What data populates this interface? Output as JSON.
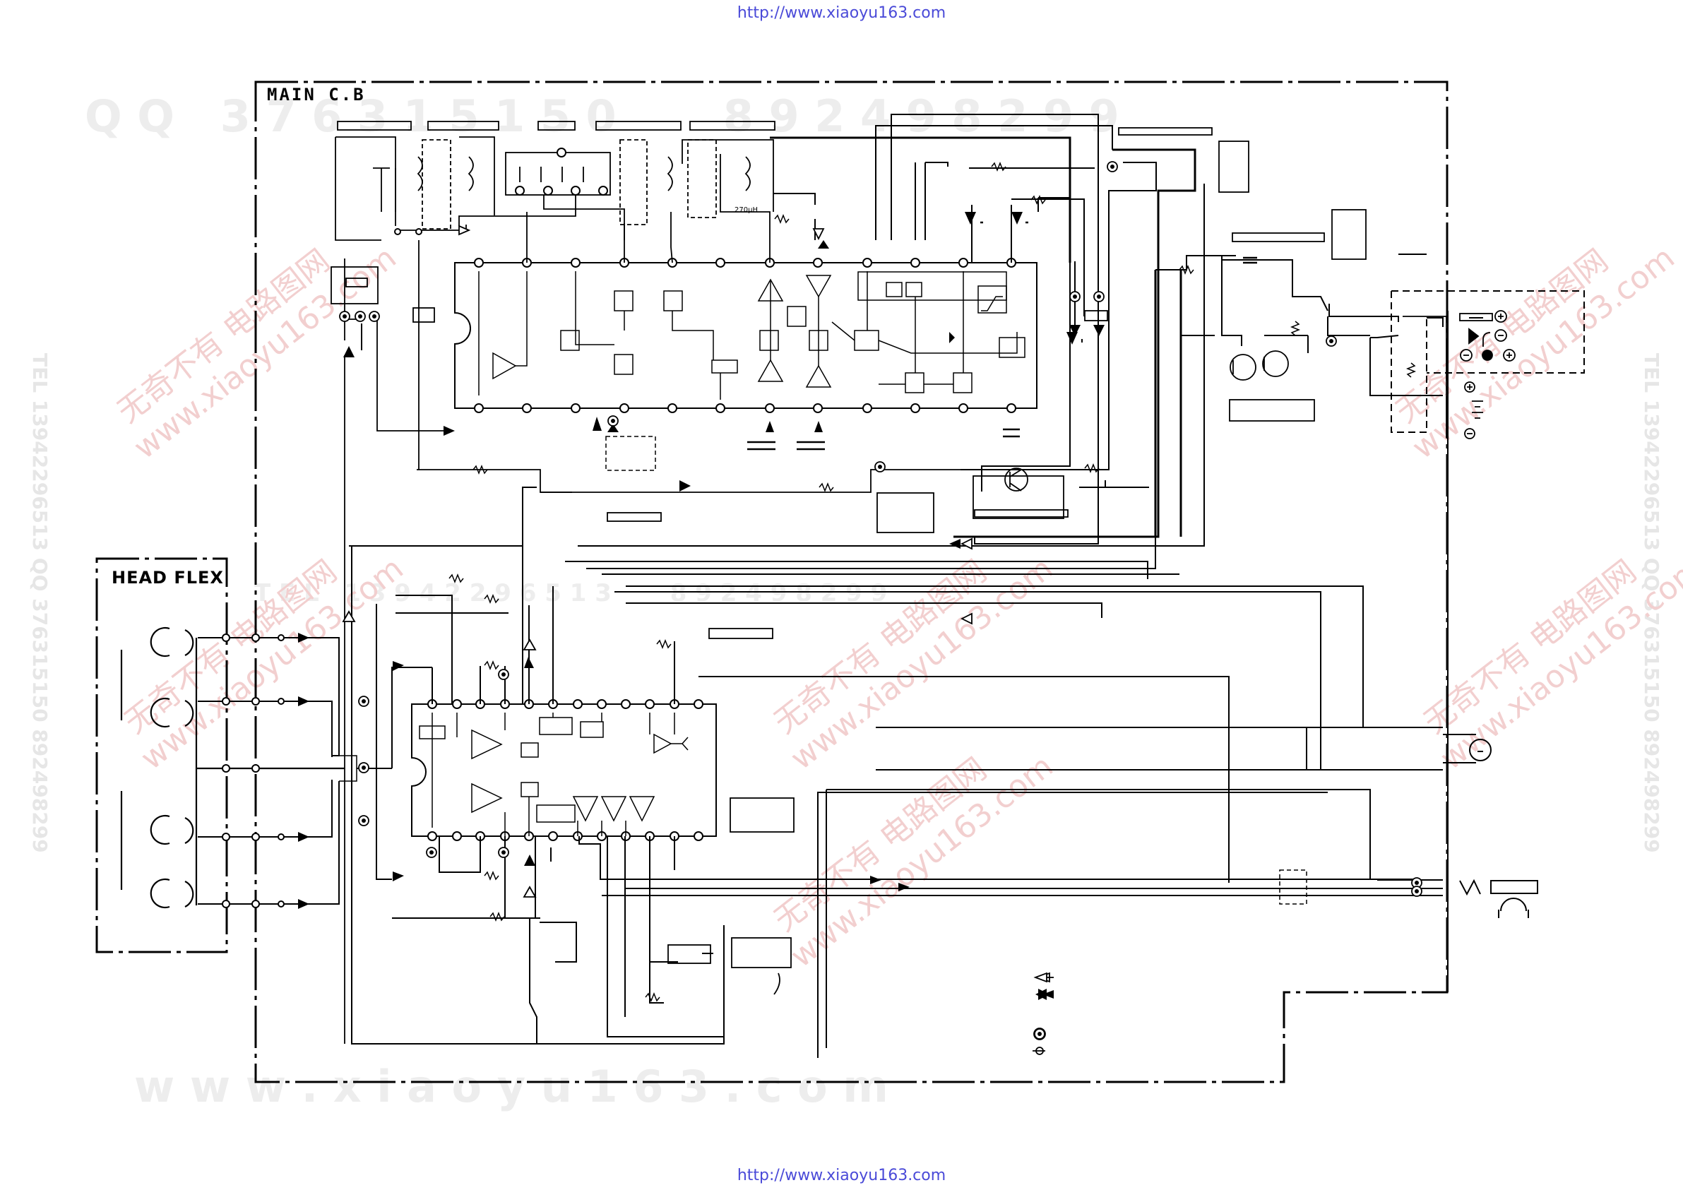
{
  "header": {
    "url_top": "http://www.xiaoyu163.com"
  },
  "footer": {
    "url_bottom": "http://www.xiaoyu163.com"
  },
  "board": {
    "main_title": "MAIN C.B",
    "head_flex_title": "HEAD FLEX"
  },
  "watermarks": {
    "row_top": "Q Q   3 7 6 3 1 5 1 5 0       8 9 2 4 9 8 2 9 9",
    "row_middle": "T E L   1 3 9 4 2 2 9 6 5 1 3       8 9 2 4 9 8 2 9 9",
    "row_bottom": "w w w . x i a o y u 1 6 3 . c o m",
    "side_left": "TEL 13942296513  QQ 376315150  892498299",
    "side_right": "TEL 13942296513  QQ 376315150  892498299",
    "diag": [
      "无奇不有  电路图网",
      "www.xiaoyu163.com"
    ]
  },
  "component_labels": {
    "inductor_value": "270µH"
  },
  "colors": {
    "url": "#4a4ad8",
    "ink": "#000000",
    "watermark": "#ededed",
    "watermark_red": "#f2cfcf"
  }
}
